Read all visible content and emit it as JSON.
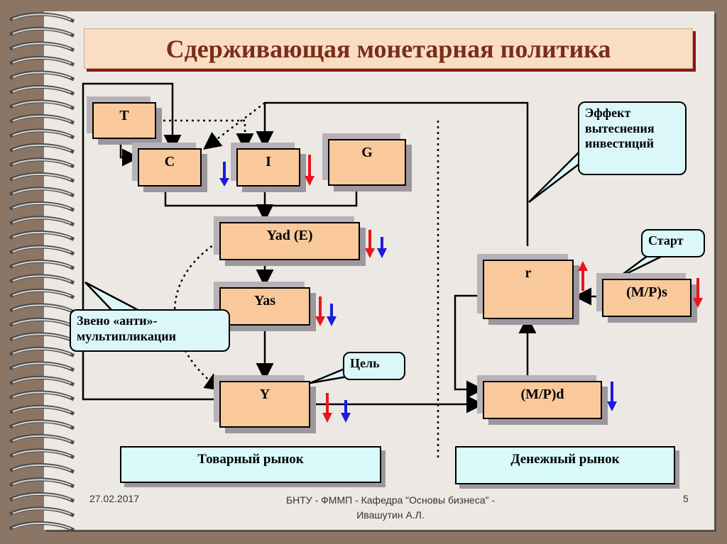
{
  "title": "Сдерживающая монетарная политика",
  "nodes": {
    "T": "T",
    "C": "C",
    "I": "I",
    "G": "G",
    "yad": "Yad (E)",
    "yas": "Yas",
    "y": "Y",
    "r": "r",
    "ms": "(M/P)s",
    "md": "(M/P)d"
  },
  "callouts": {
    "crowding": "Эффект вытеснения инвестиций",
    "start": "Старт",
    "anti_multiplier": "Звено «анти»-мультипликации",
    "goal": "Цель"
  },
  "markets": {
    "goods": "Товарный рынок",
    "money": "Денежный рынок"
  },
  "footer": {
    "date": "27.02.2017",
    "source": "БНТУ - ФММП - Кафедра \"Основы бизнеса\" - Ивашутин А.Л.",
    "page": "5"
  },
  "colors": {
    "up_arrow": "#e8161b",
    "down_arrow": "#1b1be0",
    "box_fill": "#f9c99b",
    "callout_fill": "#dcf7f9",
    "title_shadow": "#8a1a10"
  }
}
